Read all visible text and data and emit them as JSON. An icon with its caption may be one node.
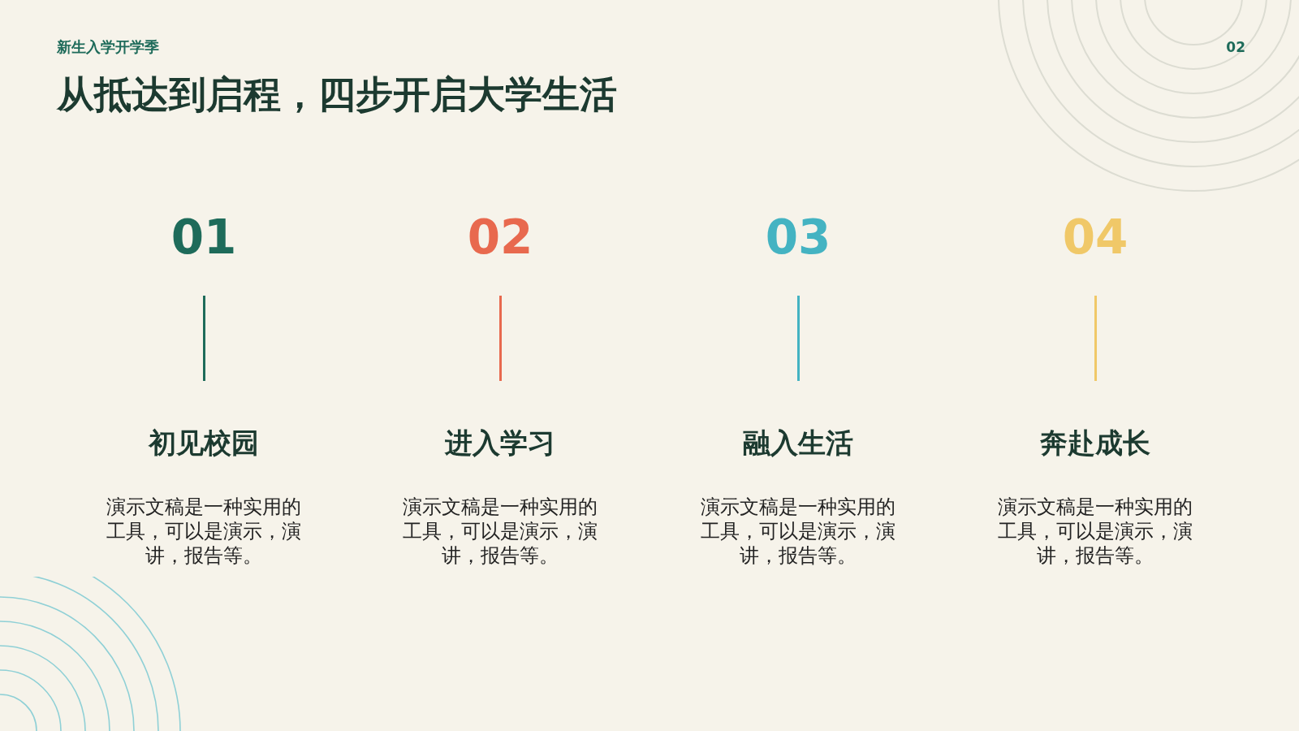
{
  "diagram": {
    "title": "从抵达到启程，四步开启大学生活",
    "labels": [
      "新生入学开学季",
      "02",
      "01",
      "02",
      "03",
      "04",
      "初见校园",
      "进入学习",
      "融入生活",
      "奔赴成长",
      "演示文稿是一种实用的工具，可以是演示，演讲，报告等。",
      "演示文稿是一种实用的工具，可以是演示，演讲，报告等。",
      "演示文稿是一种实用的工具，可以是演示，演讲，报告等。",
      "演示文稿是一种实用的工具，可以是演示，演讲，报告等。"
    ]
  }
}
